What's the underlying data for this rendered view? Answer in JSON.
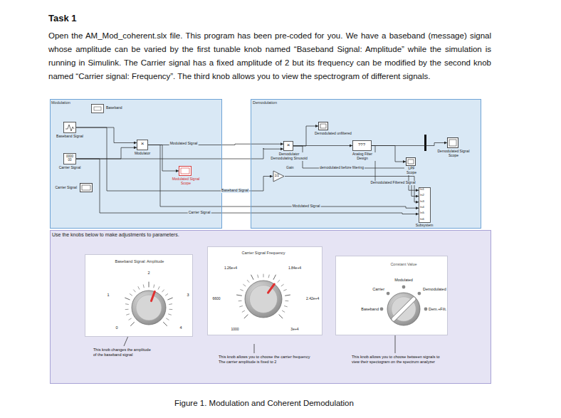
{
  "diagram": {
    "title": "Task 1",
    "caption": "Figure 1. Modulation and Coherent Demodulation",
    "nodes": [
      {
        "text": [
          "Modulation"
        ]
      },
      {
        "text": [
          "Demodulation"
        ]
      },
      {
        "text": [
          "Use the knobs below to make adjustments to parameters."
        ]
      },
      {
        "text": [
          "Baseband"
        ],
        "in": 0
      },
      {
        "text": [
          "Baseband Signal"
        ],
        "in": 0
      },
      {
        "text": [
          "×",
          "Modulator"
        ],
        "in": 0
      },
      {
        "text": [
          "0000 00",
          "Carrier Signal"
        ],
        "in": 0
      },
      {
        "text": [
          "Carrier Signal"
        ],
        "in": 0
      },
      {
        "text": [
          "Modulated Signal Scope"
        ],
        "in": 0
      },
      {
        "text": [
          "Demodulated unfiltered"
        ],
        "in": 1
      },
      {
        "text": [
          "×",
          "Demodulator Demodulating Sinusoid"
        ],
        "in": 1
      },
      {
        "text": [
          "???",
          "Analog Filter Design"
        ],
        "in": 1
      },
      {
        "text": [
          "Demodulated Signal Scope"
        ],
        "in": 1
      },
      {
        "text": [
          "LPF Scope"
        ],
        "in": 1
      },
      {
        "text": [
          "1/2",
          "Gain"
        ],
        "in": 1
      },
      {
        "text": [
          "In1",
          "In2",
          "In3",
          "In4",
          "In5",
          "In6",
          "Subsystem"
        ],
        "in": 1
      },
      {
        "text": [
          "Baseband Signal: Amplitude",
          "2",
          "1",
          "3",
          "0",
          "4"
        ],
        "in": 2
      },
      {
        "text": [
          "Carrier Signal Frequency",
          "1.26e+4",
          "1.84e+4",
          "6600",
          "2.42e+4",
          "1000",
          "3e+4"
        ],
        "in": 2
      },
      {
        "text": [
          "Constant Value",
          "Modulated",
          "Carrier",
          "Demodulated",
          "Baseband",
          "Dem.+Filt."
        ],
        "in": 2
      }
    ],
    "edges": [
      {
        "from": 4,
        "to": 5,
        "arrow": "to"
      },
      {
        "from": 6,
        "to": 5,
        "arrow": "to"
      },
      {
        "from": 5,
        "to": 8,
        "arrow": "to"
      },
      {
        "from": 5,
        "to": 10,
        "label": "Modulated Signal",
        "arrow": "to"
      },
      {
        "from": 6,
        "to": 10,
        "arrow": "to"
      },
      {
        "from": 10,
        "to": 11,
        "arrow": "to"
      },
      {
        "from": 10,
        "to": 9,
        "arrow": "to"
      },
      {
        "from": 11,
        "to": 12,
        "arrow": "to"
      },
      {
        "from": 11,
        "to": 13,
        "arrow": "to"
      },
      {
        "from": 10,
        "to": 15,
        "label": "demodulated before filtering",
        "arrow": "to"
      },
      {
        "from": 11,
        "to": 15,
        "label": "Demodulated Filtered Signal",
        "arrow": "to"
      },
      {
        "from": 4,
        "to": 14,
        "label": "Baseband Signal",
        "arrow": "to"
      },
      {
        "from": 14,
        "to": 15,
        "arrow": "to"
      },
      {
        "from": 5,
        "to": 15,
        "label": "Modulated Signal",
        "arrow": "to"
      },
      {
        "from": 6,
        "to": 15,
        "label": "Carrier Signal",
        "arrow": "to"
      }
    ],
    "labels": [
      "Open the AM_Mod_coherent.slx file. This program has been pre-coded for you. We have a baseband (message) signal whose amplitude can be varied by the first tunable knob named “Baseband Signal: Amplitude” while the simulation is running in Simulink. The Carrier signal has a fixed amplitude of 2 but its frequency can be modified by the second knob named “Carrier signal: Frequency”. The third knob allows you to view the spectrogram of different signals.",
      "This knob changes the amplitude of the baseband signal",
      "This knob allows you to choose the carrier frequency The carrier amplitude is fixed to 2",
      "This knob allows you to choose between signals to view their spectogram on the spectrum analyzer"
    ]
  }
}
